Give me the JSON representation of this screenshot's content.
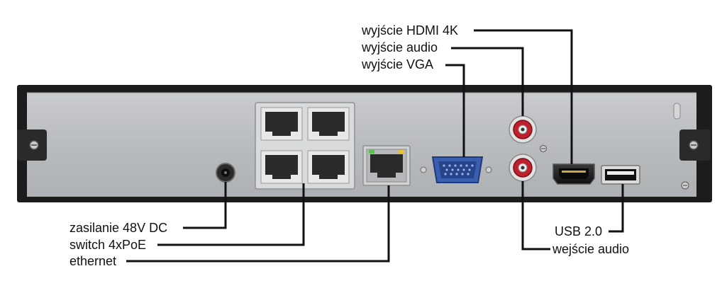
{
  "labels": {
    "hdmi_out": "wyjście HDMI 4K",
    "audio_out": "wyjście audio",
    "vga_out": "wyjście VGA",
    "power": "zasilanie 48V DC",
    "poe_switch": "switch 4xPoE",
    "ethernet": "ethernet",
    "usb": "USB 2.0",
    "audio_in": "wejście audio"
  },
  "colors": {
    "chassis": "#b9bcbf",
    "frame": "#1c1c1c",
    "vga_port": "#3a5fb0",
    "rca_red": "#c0202c",
    "led_green": "#5cc24a",
    "led_yellow": "#e3c23a",
    "leader_line": "#111111"
  },
  "icons": [
    "rj45-port-icon",
    "vga-port-icon",
    "hdmi-port-icon",
    "usb-port-icon",
    "rca-jack-icon",
    "dc-power-jack-icon",
    "screw-icon"
  ]
}
